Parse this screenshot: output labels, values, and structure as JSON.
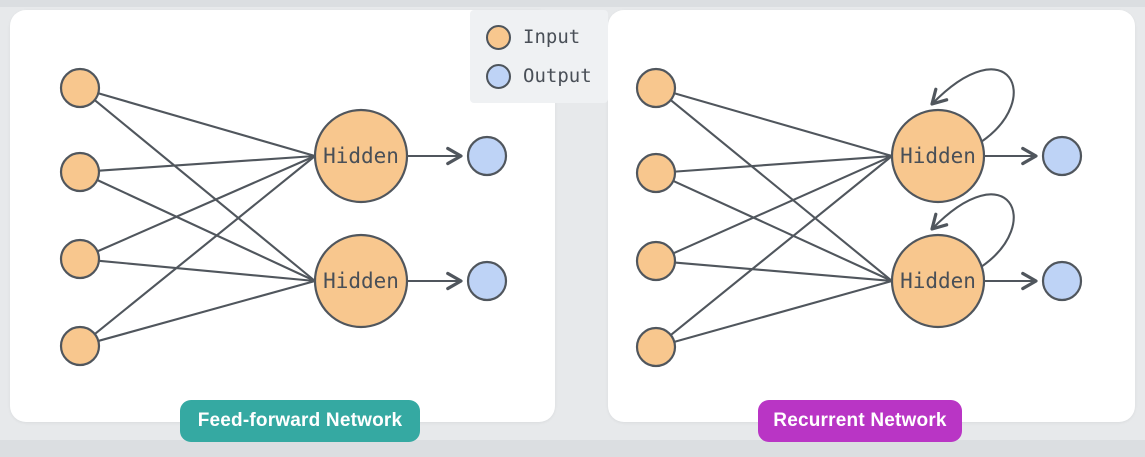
{
  "legend": {
    "items": [
      {
        "label": "Input",
        "color": "#f8c78e"
      },
      {
        "label": "Output",
        "color": "#bed3f6"
      }
    ]
  },
  "panels": [
    {
      "id": "feed-forward",
      "badge_label": "Feed-forward Network",
      "badge_color": "#35a9a2",
      "recurrent": false,
      "input_count": 4,
      "hidden_labels": [
        "Hidden",
        "Hidden"
      ],
      "output_count": 2
    },
    {
      "id": "recurrent",
      "badge_label": "Recurrent Network",
      "badge_color": "#b935c5",
      "recurrent": true,
      "input_count": 4,
      "hidden_labels": [
        "Hidden",
        "Hidden"
      ],
      "output_count": 2
    }
  ],
  "colors": {
    "input_fill": "#f8c78e",
    "output_fill": "#bed3f6",
    "stroke": "#50565d",
    "text": "#494f57",
    "legend_bg": "#eff1f3"
  }
}
